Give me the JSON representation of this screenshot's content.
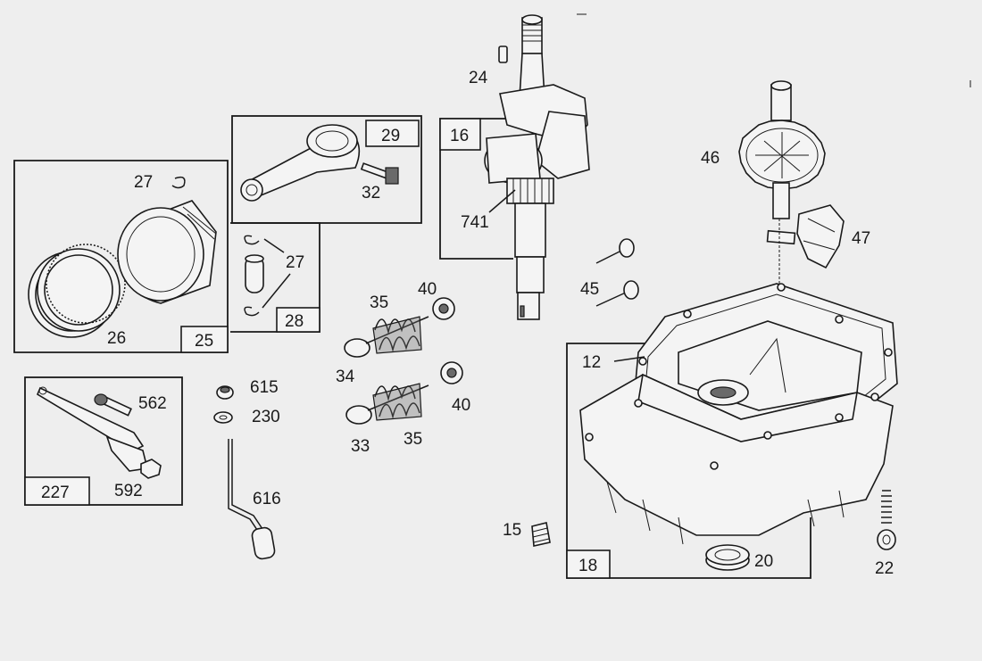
{
  "colors": {
    "background": "#eeeeee",
    "ink": "#1a1a1a"
  },
  "boxes": {
    "b29": "29",
    "b16": "16",
    "b25": "25",
    "b28": "28",
    "b227": "227",
    "b18": "18"
  },
  "labels": {
    "l24": "24",
    "l741": "741",
    "l27a": "27",
    "l32": "32",
    "l27b": "27",
    "l26": "26",
    "l35a": "35",
    "l40a": "40",
    "l34": "34",
    "l40b": "40",
    "l33": "33",
    "l35b": "35",
    "l615": "615",
    "l230": "230",
    "l616": "616",
    "l562": "562",
    "l592": "592",
    "l46": "46",
    "l47": "47",
    "l45": "45",
    "l12": "12",
    "l15": "15",
    "l20": "20",
    "l22": "22"
  }
}
